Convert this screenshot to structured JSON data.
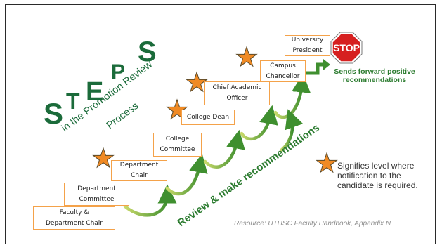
{
  "title": {
    "letters": [
      "S",
      "T",
      "E",
      "P",
      "S"
    ],
    "subtitle_line1": "in the Promotion Review",
    "subtitle_line2": "Process"
  },
  "steps": [
    {
      "line1": "Faculty &",
      "line2": "Department Chair",
      "star": false
    },
    {
      "line1": "Department",
      "line2": "Committee",
      "star": false
    },
    {
      "line1": "Department",
      "line2": "Chair",
      "star": true
    },
    {
      "line1": "College",
      "line2": "Committee",
      "star": false
    },
    {
      "line1": "College Dean",
      "line2": "",
      "star": true
    },
    {
      "line1": "Chief Academic",
      "line2": "Officer",
      "star": true
    },
    {
      "line1": "Campus",
      "line2": "Chancellor",
      "star": true
    },
    {
      "line1": "University",
      "line2": "President",
      "star": false
    }
  ],
  "stop_sign": "STOP",
  "arrow_label": "Review & make recommendations",
  "sends_forward": "Sends forward positive recommendations",
  "legend": "Signifies level where notification to the candidate is required.",
  "resource": "Resource: UTHSC Faculty Handbook, Appendix N",
  "colors": {
    "title_green": "#1b6b3a",
    "box_border": "#f4a24a",
    "star_fill": "#f08a24",
    "star_stroke": "#5a4a2a",
    "arrow_green_dark": "#3f8f2f",
    "arrow_green_light": "#c8d96a",
    "stop_red": "#d62020",
    "sends_green": "#2e7d32"
  },
  "icons": {
    "star": "star-icon",
    "stop": "stop-sign-icon",
    "curved_arrow": "curved-arrow-icon"
  }
}
